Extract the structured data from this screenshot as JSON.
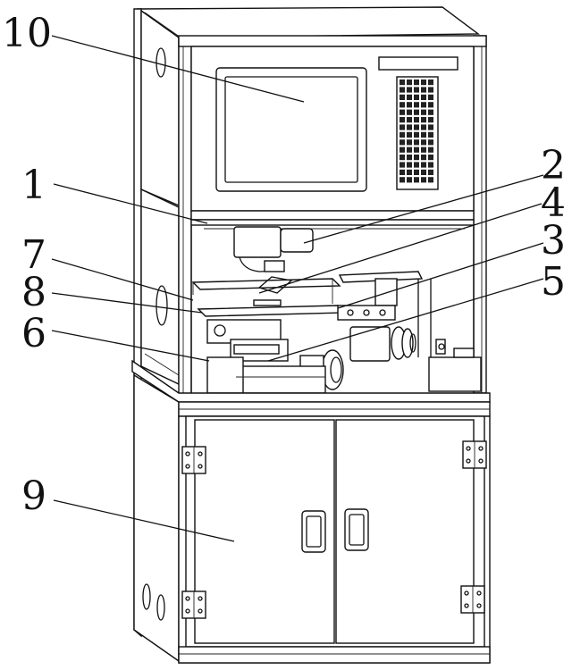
{
  "labels": [
    {
      "id": "10",
      "text": "10"
    },
    {
      "id": "1",
      "text": "1"
    },
    {
      "id": "2",
      "text": "2"
    },
    {
      "id": "4",
      "text": "4"
    },
    {
      "id": "3",
      "text": "3"
    },
    {
      "id": "5",
      "text": "5"
    },
    {
      "id": "7",
      "text": "7"
    },
    {
      "id": "8",
      "text": "8"
    },
    {
      "id": "6",
      "text": "6"
    },
    {
      "id": "9",
      "text": "9"
    }
  ]
}
